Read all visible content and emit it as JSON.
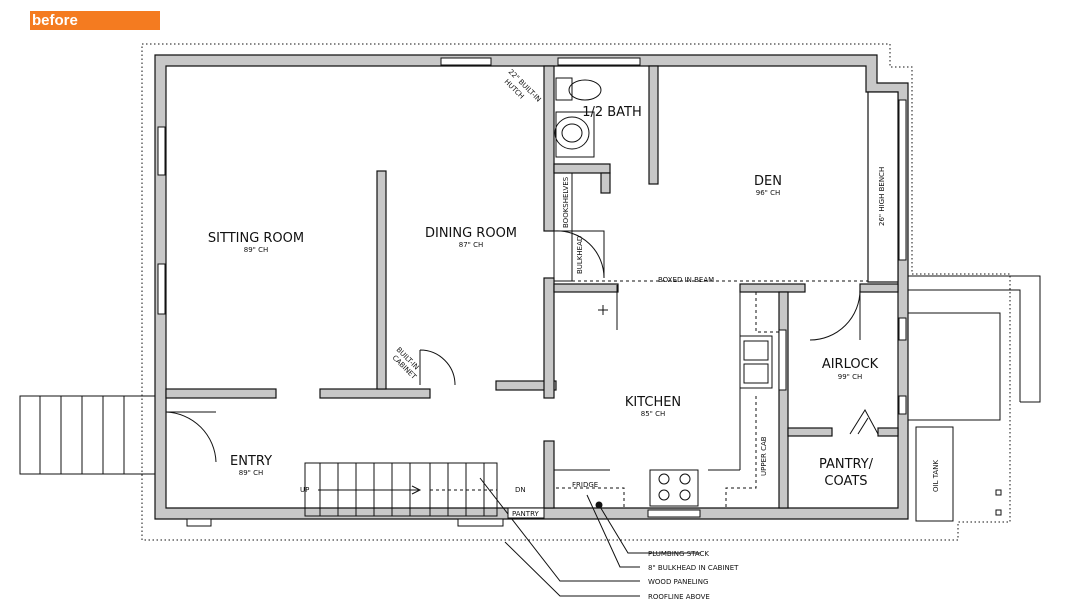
{
  "badge": "before",
  "rooms": {
    "sitting_room": {
      "name": "SITTING ROOM",
      "ceiling": "89\" CH"
    },
    "dining_room": {
      "name": "DINING ROOM",
      "ceiling": "87\" CH"
    },
    "bath": {
      "name": "1/2 BATH"
    },
    "den": {
      "name": "DEN",
      "ceiling": "96\" CH"
    },
    "kitchen": {
      "name": "KITCHEN",
      "ceiling": "85\" CH"
    },
    "entry": {
      "name": "ENTRY",
      "ceiling": "89\" CH"
    },
    "airlock": {
      "name": "AIRLOCK",
      "ceiling": "99\" CH"
    },
    "pantry_coats": {
      "line1": "PANTRY/",
      "line2": "COATS"
    }
  },
  "labels": {
    "hutch_line1": "22\" BUILT-IN",
    "hutch_line2": "HUTCH",
    "bookshelves": "BOOKSHELVES",
    "bulkhead": "BULKHEAD",
    "high_bench": "26\" HIGH BENCH",
    "boxed_beam": "BOXED IN BEAM",
    "built_in_cabinet_line1": "BUILT-IN",
    "built_in_cabinet_line2": "CABINET",
    "upper_cab": "UPPER CAB",
    "fridge": "FRIDGE",
    "pantry": "PANTRY",
    "oil_tank": "OIL TANK",
    "up": "UP",
    "dn": "DN"
  },
  "callouts": [
    "PLUMBING STACK",
    "8\" BULKHEAD IN CABINET",
    "WOOD PANELING",
    "ROOFLINE ABOVE"
  ]
}
